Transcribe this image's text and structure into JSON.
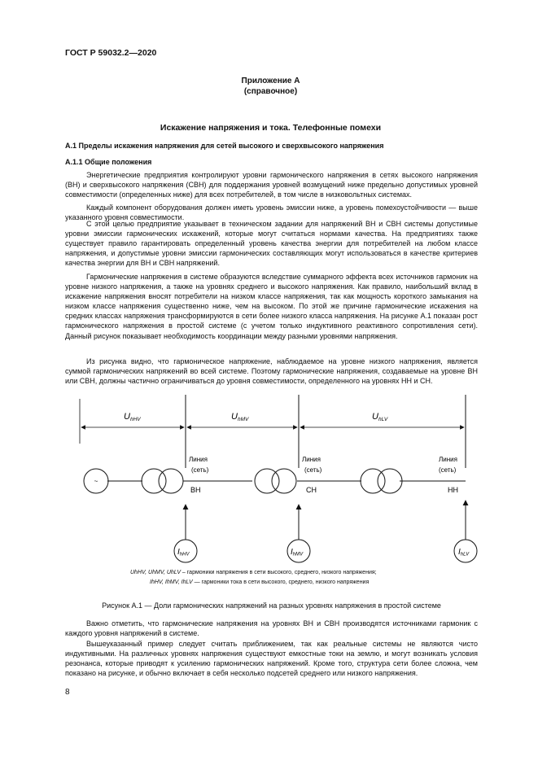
{
  "header": {
    "standard": "ГОСТ Р 59032.2—2020"
  },
  "annex": {
    "title": "Приложение А",
    "note": "(справочное)"
  },
  "section_title": "Искажение напряжения и тока. Телефонные помехи",
  "heading_a1": "А.1  Пределы искажения напряжения для сетей высокого и сверхвысокого напряжения",
  "heading_a11": "А.1.1  Общие положения",
  "paragraphs": [
    "Энергетические предприятия контролируют уровни гармонического напряжения в сетях высокого напряжения (ВН) и сверхвысокого напряжения (СВН) для поддержания уровней возмущений ниже предельно допустимых уровней совместимости (определенных ниже) для всех потребителей, в том числе в низковольтных системах.",
    "Каждый компонент оборудования должен иметь уровень эмиссии ниже, а уровень помехоустойчивости — выше указанного уровня совместимости.",
    "С этой целью предприятие указывает в техническом задании для напряжений ВН и СВН системы допустимые уровни эмиссии гармонических искажений, которые могут считаться нормами качества. На предприятиях также существует правило гарантировать определенный уровень качества энергии для потребителей на любом классе напряжения, и допустимые уровни эмиссии гармонических составляющих могут использоваться в качестве критериев качества энергии для ВН и СВН напряжений.",
    "Гармонические напряжения в системе образуются вследствие суммарного эффекта всех источников гармоник на уровне низкого напряжения, а также на уровнях среднего и высокого напряжения. Как правило, наибольший вклад в искажение напряжения вносят потребители на низком классе напряжения, так как мощность короткого замыкания на низком классе напряжения существенно ниже, чем на высоком. По этой же причине гармонические искажения на средних классах напряжения трансформируются в сети более низкого класса напряжения. На рисунке А.1 показан рост гармонического напряжения в простой системе (с учетом только индуктивного реактивного сопротивления сети). Данный рисунок показывает необходимость координации между разными уровнями напряжения.",
    "Из рисунка видно, что гармоническое напряжение, наблюдаемое на уровне низкого напряжения, является суммой гармонических напряжений во всей системе. Поэтому гармонические напряжения, создаваемые на уровне ВН или СВН, должны частично ограничиваться до уровня совместимости, определенного на уровнях НН и СН."
  ],
  "figure": {
    "u_labels": [
      {
        "main": "U",
        "sub": "hHV"
      },
      {
        "main": "U",
        "sub": "hMV"
      },
      {
        "main": "U",
        "sub": "hLV"
      }
    ],
    "line_word": "Линия",
    "net_word": "(сеть)",
    "levels": [
      "ВН",
      "СН",
      "НН"
    ],
    "i_labels": [
      {
        "main": "I",
        "sub": "hHV"
      },
      {
        "main": "I",
        "sub": "hMV"
      },
      {
        "main": "I",
        "sub": "hLV"
      }
    ],
    "generator_symbol": "~",
    "legend_u_symbols": "UhHV, UhMV, UhLV –",
    "legend_u_text": "гармоники напряжения в сети высокого, среднего, низкого напряжения;",
    "legend_i_symbols": "IhHV, IhMV, IhLV —",
    "legend_i_text": "гармоники тока в сети высокого, среднего, низкого напряжения",
    "caption": "Рисунок А.1 — Доли гармонических напряжений на разных уровнях напряжения в простой системе"
  },
  "paragraphs_after": [
    "Важно отметить, что гармонические напряжения на уровнях ВН и СВН производятся источниками гармоник с каждого уровня напряжений в системе.",
    "Вышеуказанный пример следует считать приближением, так как реальные системы не являются чисто индуктивными. На различных уровнях напряжения существуют емкостные токи на землю, и могут возникать условия резонанса, которые приводят к усилению гармонических напряжений. Кроме того, структура сети более сложна, чем показано на рисунке, и обычно включает в себя несколько подсетей среднего или низкого напряжения."
  ],
  "page_number": "8"
}
